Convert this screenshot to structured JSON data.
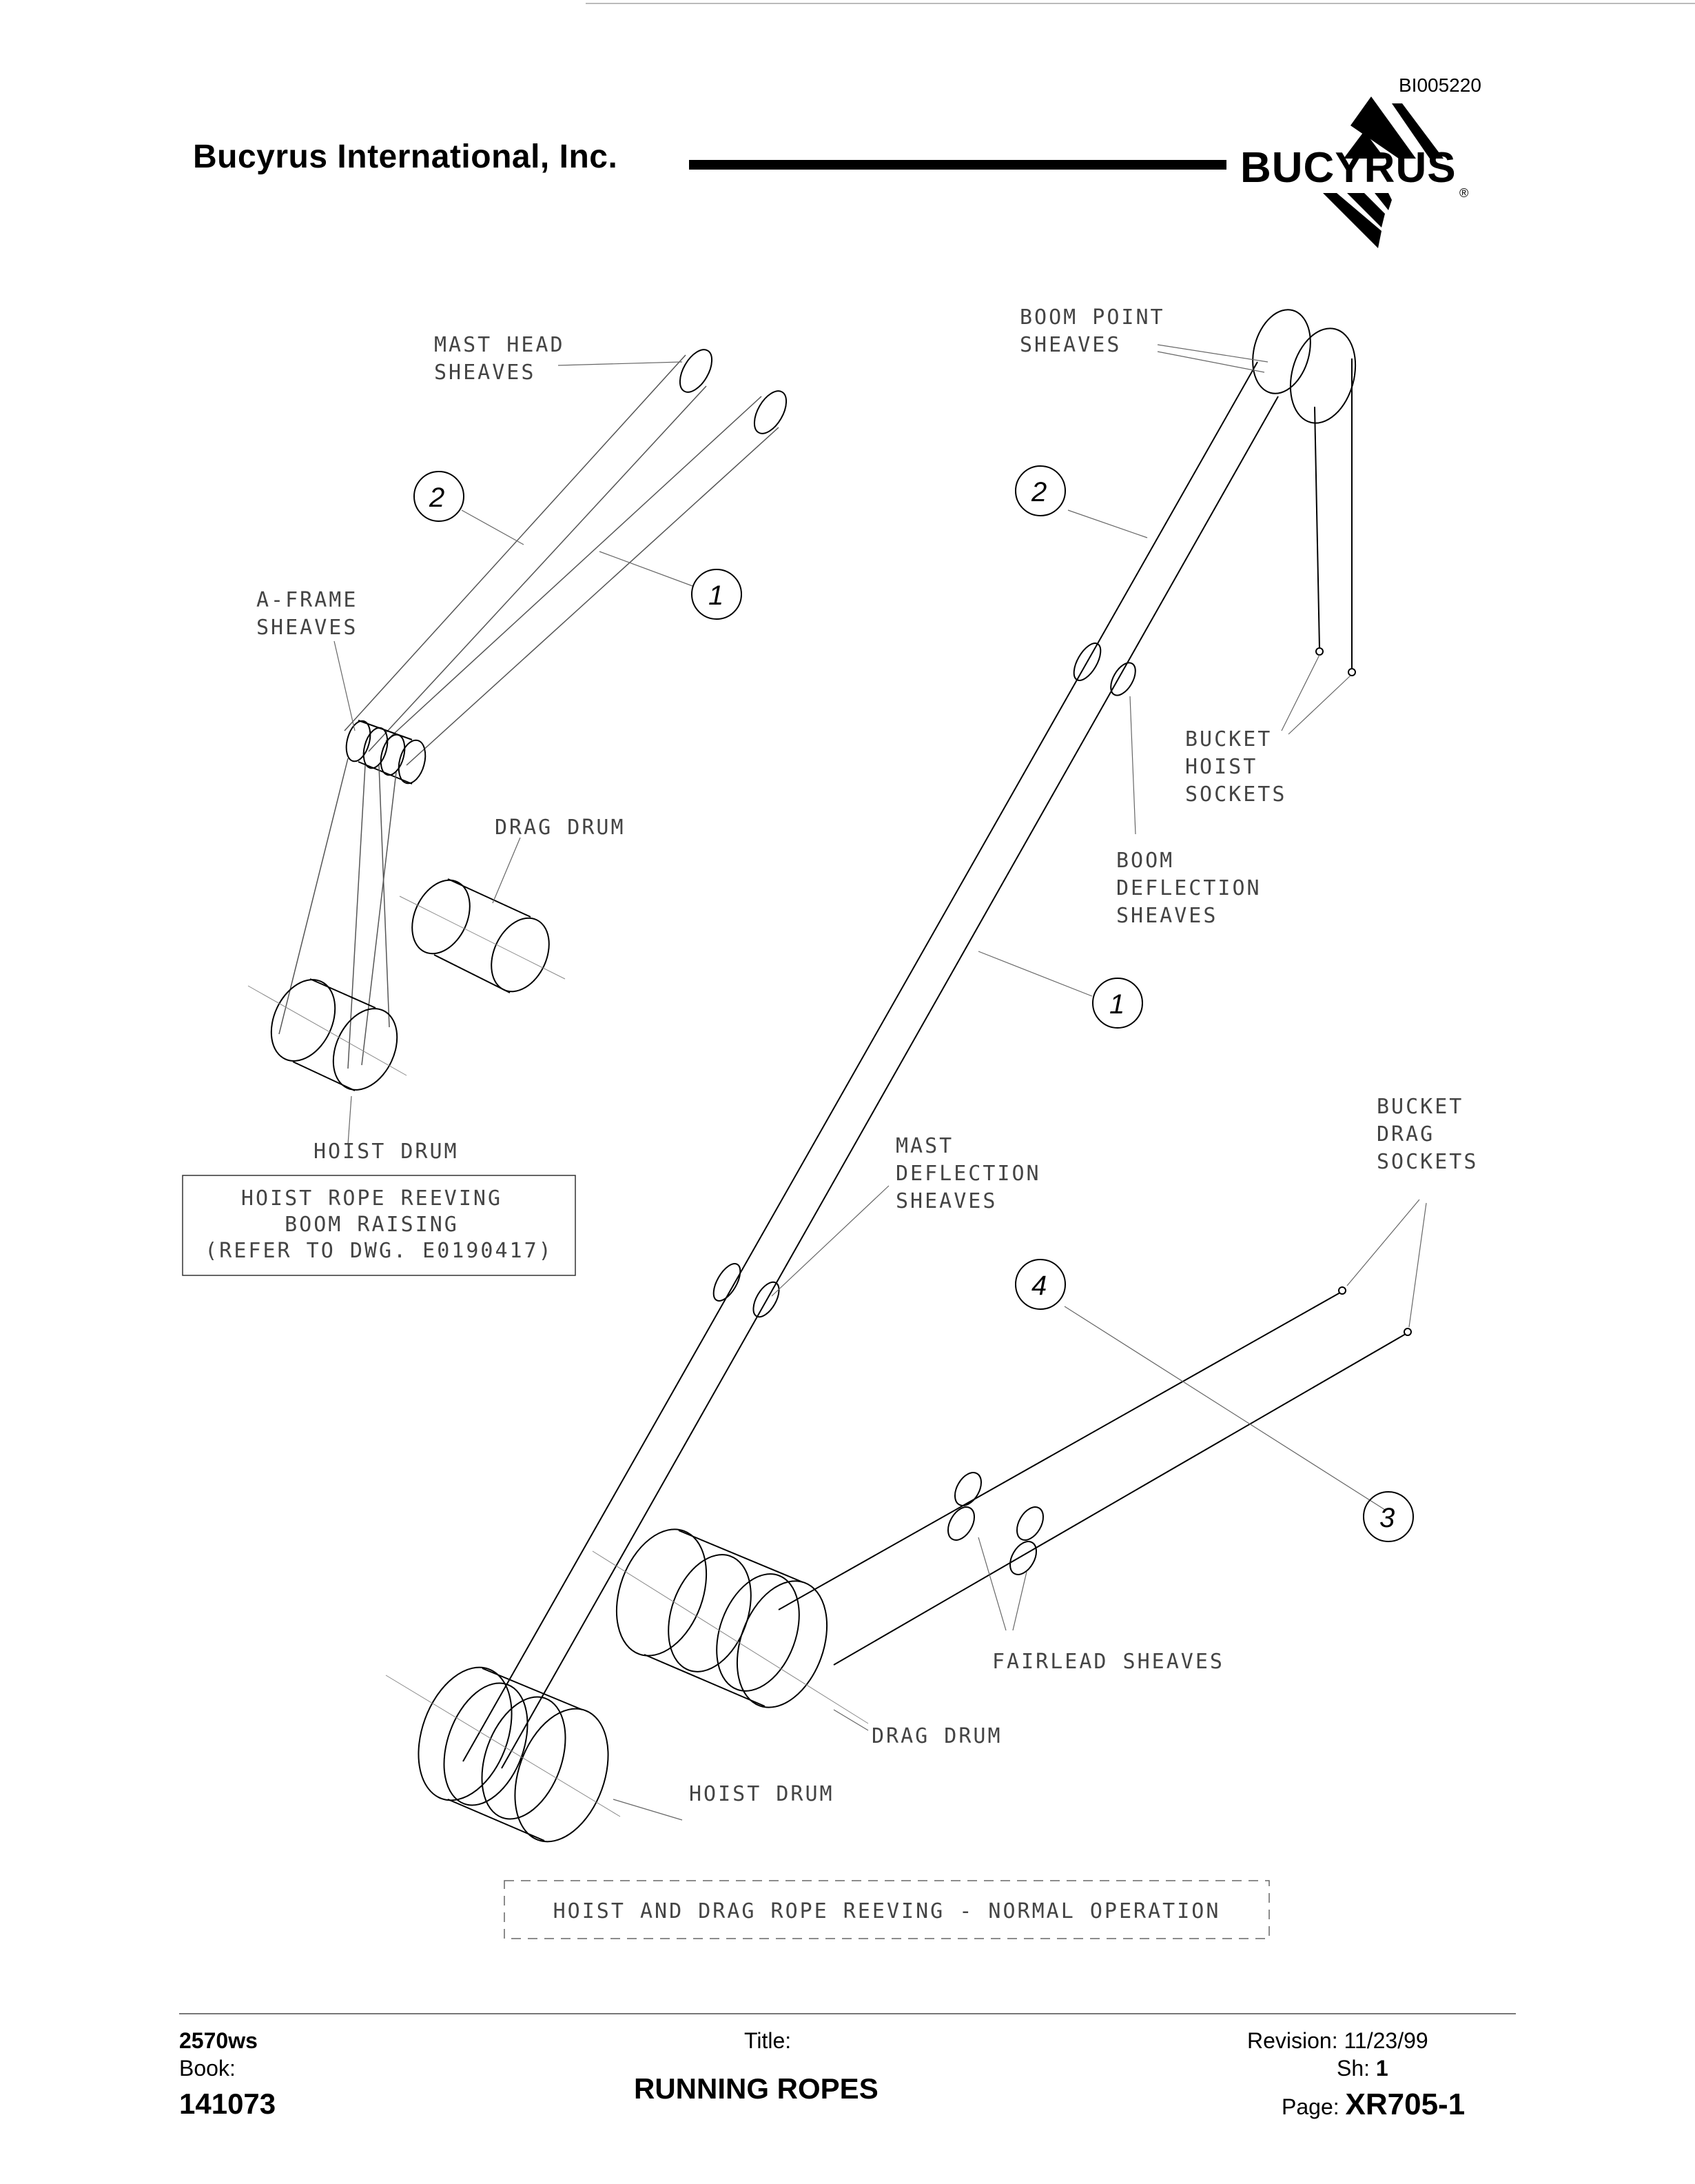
{
  "header": {
    "company": "Bucyrus International, Inc.",
    "document_id": "BI005220",
    "brand": "BUCYRUS",
    "brand_registered": "®"
  },
  "diagram": {
    "labels": {
      "mast_head_sheaves": [
        "MAST HEAD",
        "SHEAVES"
      ],
      "a_frame_sheaves": [
        "A-FRAME",
        "SHEAVES"
      ],
      "drag_drum_left": [
        "DRAG DRUM"
      ],
      "hoist_drum_left": [
        "HOIST DRUM"
      ],
      "boom_point_sheaves": [
        "BOOM POINT",
        "SHEAVES"
      ],
      "bucket_hoist_sockets": [
        "BUCKET",
        "HOIST",
        "SOCKETS"
      ],
      "boom_deflection_sheaves": [
        "BOOM",
        "DEFLECTION",
        "SHEAVES"
      ],
      "mast_deflection_sheaves": [
        "MAST",
        "DEFLECTION",
        "SHEAVES"
      ],
      "bucket_drag_sockets": [
        "BUCKET",
        "DRAG",
        "SOCKETS"
      ],
      "fairlead_sheaves": [
        "FAIRLEAD SHEAVES"
      ],
      "drag_drum_right": [
        "DRAG DRUM"
      ],
      "hoist_drum_right": [
        "HOIST DRUM"
      ]
    },
    "boxes": {
      "boom_raising": [
        "HOIST ROPE REEVING",
        "BOOM RAISING",
        "(REFER TO DWG. E0190417)"
      ],
      "normal_operation": "HOIST AND DRAG ROPE REEVING - NORMAL OPERATION"
    },
    "callouts": {
      "left_2": "2",
      "left_1": "1",
      "right_2": "2",
      "right_1": "1",
      "right_4": "4",
      "right_3": "3"
    }
  },
  "footer": {
    "model": "2570ws",
    "book_label": "Book:",
    "book_number": "141073",
    "title_label": "Title:",
    "title": "RUNNING ROPES",
    "revision_label": "Revision:",
    "revision": "11/23/99",
    "sheet_label": "Sh:",
    "sheet": "1",
    "page_label": "Page:",
    "page": "XR705-1"
  }
}
